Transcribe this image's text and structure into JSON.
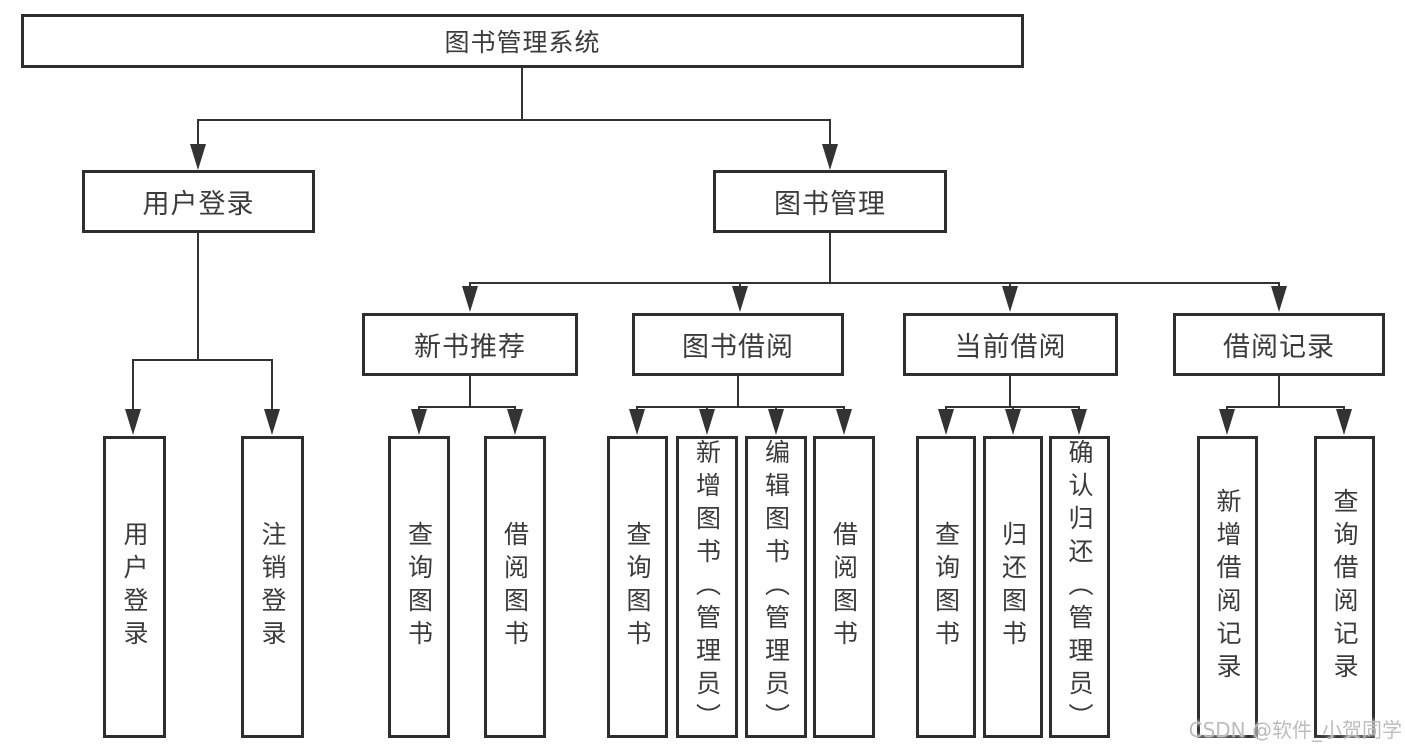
{
  "diagram": {
    "root": {
      "label": "图书管理系统"
    },
    "level2": [
      {
        "label": "用户登录"
      },
      {
        "label": "图书管理"
      }
    ],
    "level3": [
      {
        "label": "新书推荐"
      },
      {
        "label": "图书借阅"
      },
      {
        "label": "当前借阅"
      },
      {
        "label": "借阅记录"
      }
    ],
    "leaves": {
      "group1": [
        {
          "label": "用户登录"
        },
        {
          "label": "注销登录"
        }
      ],
      "group2": [
        {
          "label": "查询图书"
        },
        {
          "label": "借阅图书"
        }
      ],
      "group3": [
        {
          "label": "查询图书"
        },
        {
          "label": "新增图书（管理员）"
        },
        {
          "label": "编辑图书（管理员）"
        },
        {
          "label": "借阅图书"
        }
      ],
      "group4": [
        {
          "label": "查询图书"
        },
        {
          "label": "归还图书"
        },
        {
          "label": "确认归还（管理员）"
        }
      ],
      "group5": [
        {
          "label": "新增借阅记录"
        },
        {
          "label": "查询借阅记录"
        }
      ]
    }
  },
  "watermark": {
    "text": "CSDN @软件_小贺同学"
  },
  "colors": {
    "box_border": "#2e2e2e",
    "connector_line": "#333333",
    "text": "#3b3b3b",
    "watermark": "#bdbdbd",
    "background": "#ffffff"
  }
}
